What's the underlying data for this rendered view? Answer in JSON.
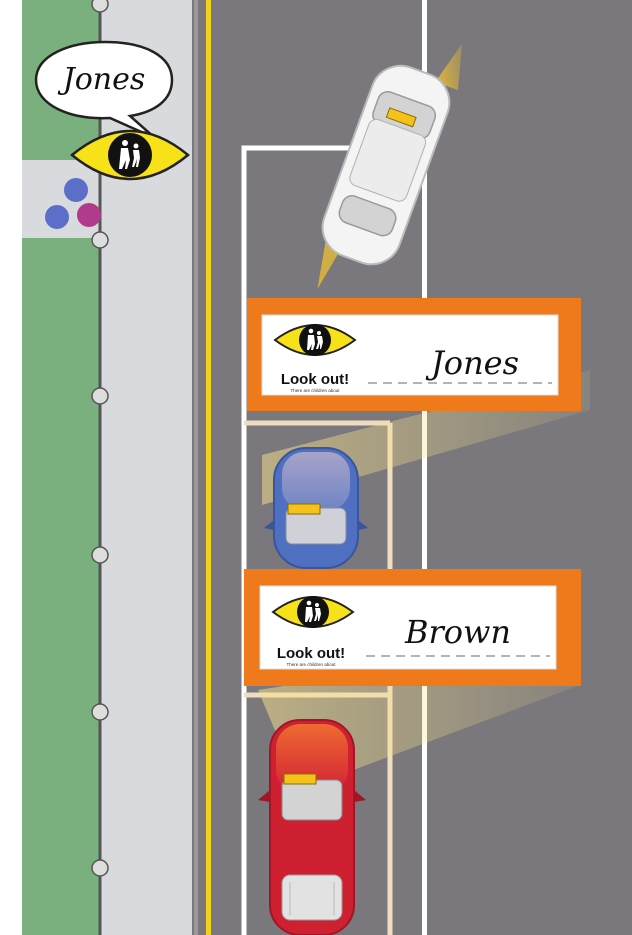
{
  "speech_bubble": {
    "name": "Jones"
  },
  "signs": [
    {
      "brand": "Look out!",
      "tagline": "There are children about",
      "name": "Jones"
    },
    {
      "brand": "Look out!",
      "tagline": "There are children about",
      "name": "Brown"
    }
  ],
  "colors": {
    "grass": "#79b07e",
    "sidewalk": "#d9dade",
    "road": "#7a787d",
    "center_line": "#f2d21b",
    "sign_frame": "#ee7a1c",
    "eye_yellow": "#f7e21a",
    "car_white": "#f4f4f4",
    "car_blue": "#4f6fc0",
    "car_red": "#cf2032"
  },
  "icons": {
    "sign_symbol": "children-crossing-icon",
    "eye": "eye-icon"
  }
}
